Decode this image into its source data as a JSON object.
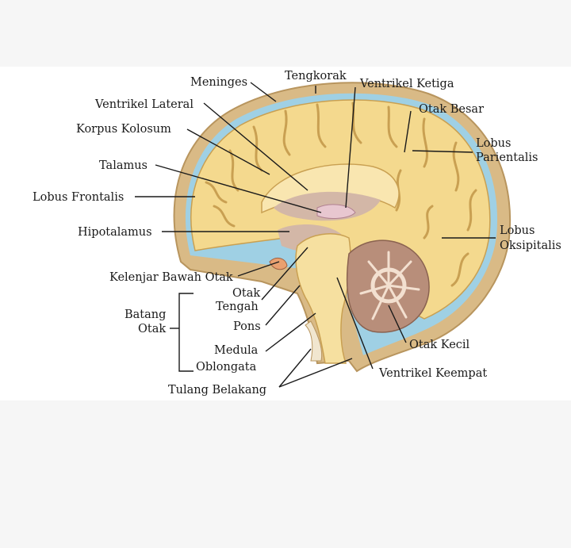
{
  "labels": {
    "meninges": "Meninges",
    "tengkorak": "Tengkorak",
    "ventrikel_ketiga": "Ventrikel Ketiga",
    "ventrikel_lateral": "Ventrikel Lateral",
    "otak_besar": "Otak Besar",
    "korpus_kolosum": "Korpus  Kolosum",
    "lobus_parientalis_1": "Lobus",
    "lobus_parientalis_2": "Parientalis",
    "talamus": "Talamus",
    "lobus_frontalis": "Lobus Frontalis",
    "hipotalamus": "Hipotalamus",
    "lobus_oksipitalis_1": "Lobus",
    "lobus_oksipitalis_2": "Oksipitalis",
    "kelenjar_bawah_otak": "Kelenjar Bawah Otak",
    "otak_tengah_1": "Otak",
    "otak_tengah_2": "Tengah",
    "batang_otak_1": "Batang",
    "batang_otak_2": "Otak",
    "pons": "Pons",
    "otak_kecil": "Otak Kecil",
    "medula_oblongata_1": "Medula",
    "medula_oblongata_2": "Oblongata",
    "ventrikel_keempat": "Ventrikel  Keempat",
    "tulang_belakang": "Tulang  Belakang"
  },
  "colors": {
    "skull": "#d9ba86",
    "meninges": "#9fd0e4",
    "cortex": "#f4d98e",
    "sulcus": "#c9a052",
    "ventricle": "#d3b7a7",
    "brainstem": "#f6e0a0",
    "cerebellum": "#b88e7a"
  }
}
